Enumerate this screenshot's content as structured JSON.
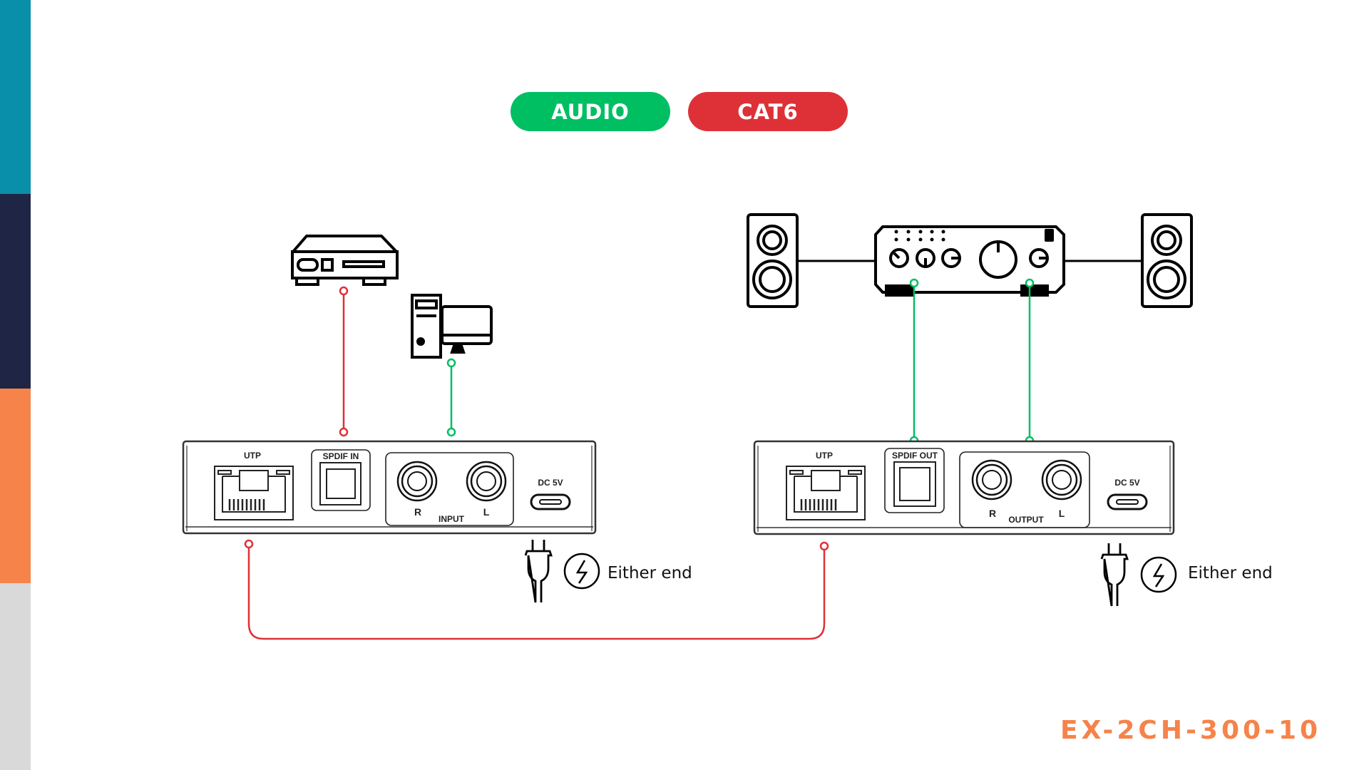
{
  "sidebar": {
    "stripes": [
      {
        "name": "teal",
        "color": "#0a8fab"
      },
      {
        "name": "navy",
        "color": "#1f2645"
      },
      {
        "name": "orange",
        "color": "#f5834a"
      },
      {
        "name": "gray",
        "color": "#d9d9d9"
      }
    ]
  },
  "legend": {
    "audio": {
      "label": "AUDIO",
      "color": "#00bf63"
    },
    "cat6": {
      "label": "CAT6",
      "color": "#de3137"
    }
  },
  "transmitter": {
    "utp_label": "UTP",
    "spdif_label": "SPDIF IN",
    "r_label": "R",
    "l_label": "L",
    "group_label": "INPUT",
    "dc_label": "DC 5V",
    "power_note": "Either end"
  },
  "receiver": {
    "utp_label": "UTP",
    "spdif_label": "SPDIF OUT",
    "r_label": "R",
    "l_label": "L",
    "group_label": "OUTPUT",
    "dc_label": "DC 5V",
    "power_note": "Either end"
  },
  "sources": [
    "set-top-box",
    "desktop-computer"
  ],
  "sinks": [
    "left-speaker",
    "amplifier",
    "right-speaker"
  ],
  "model": {
    "text": "EX-2CH-300-10",
    "color": "#f5834a"
  }
}
